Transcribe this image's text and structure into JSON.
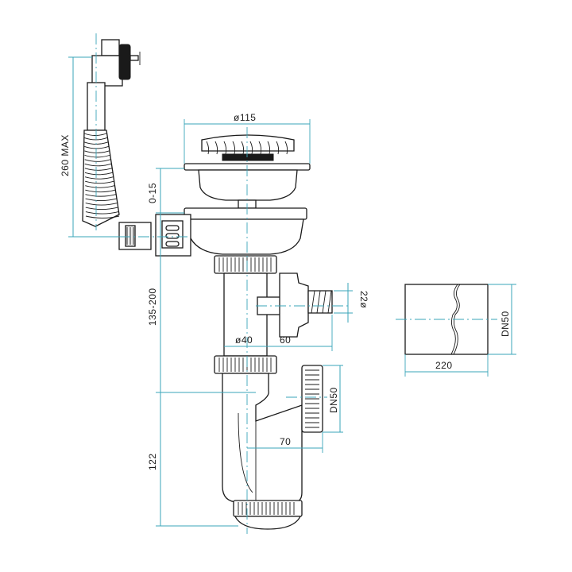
{
  "colors": {
    "outline": "#1a1a1a",
    "dimension": "#3aa6b9",
    "background": "#ffffff"
  },
  "dimensions": {
    "overflow_length": "260 MAX",
    "strainer_diameter": "ø115",
    "strainer_height": "0-15",
    "drop_height": "135-200",
    "pipe_diameter": "ø40",
    "side_inlet_offset": "60",
    "side_inlet_diameter": "22ø",
    "outlet_size": "DN50",
    "outlet_offset": "70",
    "trap_height": "122",
    "pipe_length": "220",
    "pipe_size": "DN50"
  }
}
